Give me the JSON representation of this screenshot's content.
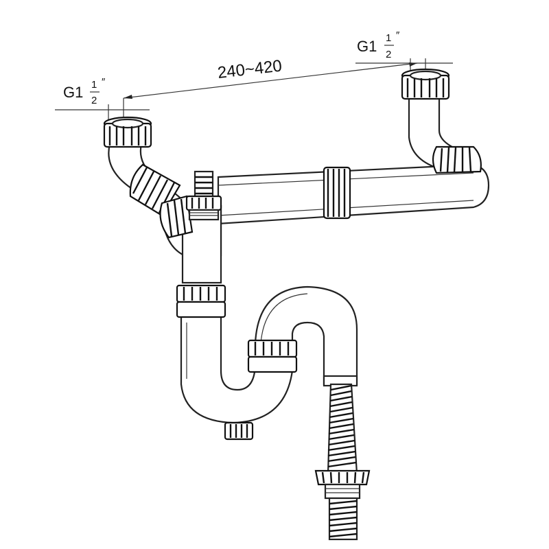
{
  "dimensions": {
    "span": "240~420",
    "left_thread": {
      "prefix": "G1",
      "numerator": "1",
      "denominator": "2",
      "mark": "″"
    },
    "right_thread": {
      "prefix": "G1",
      "numerator": "1",
      "denominator": "2",
      "mark": "″"
    }
  },
  "colors": {
    "line": "#222222",
    "background": "#ffffff"
  }
}
